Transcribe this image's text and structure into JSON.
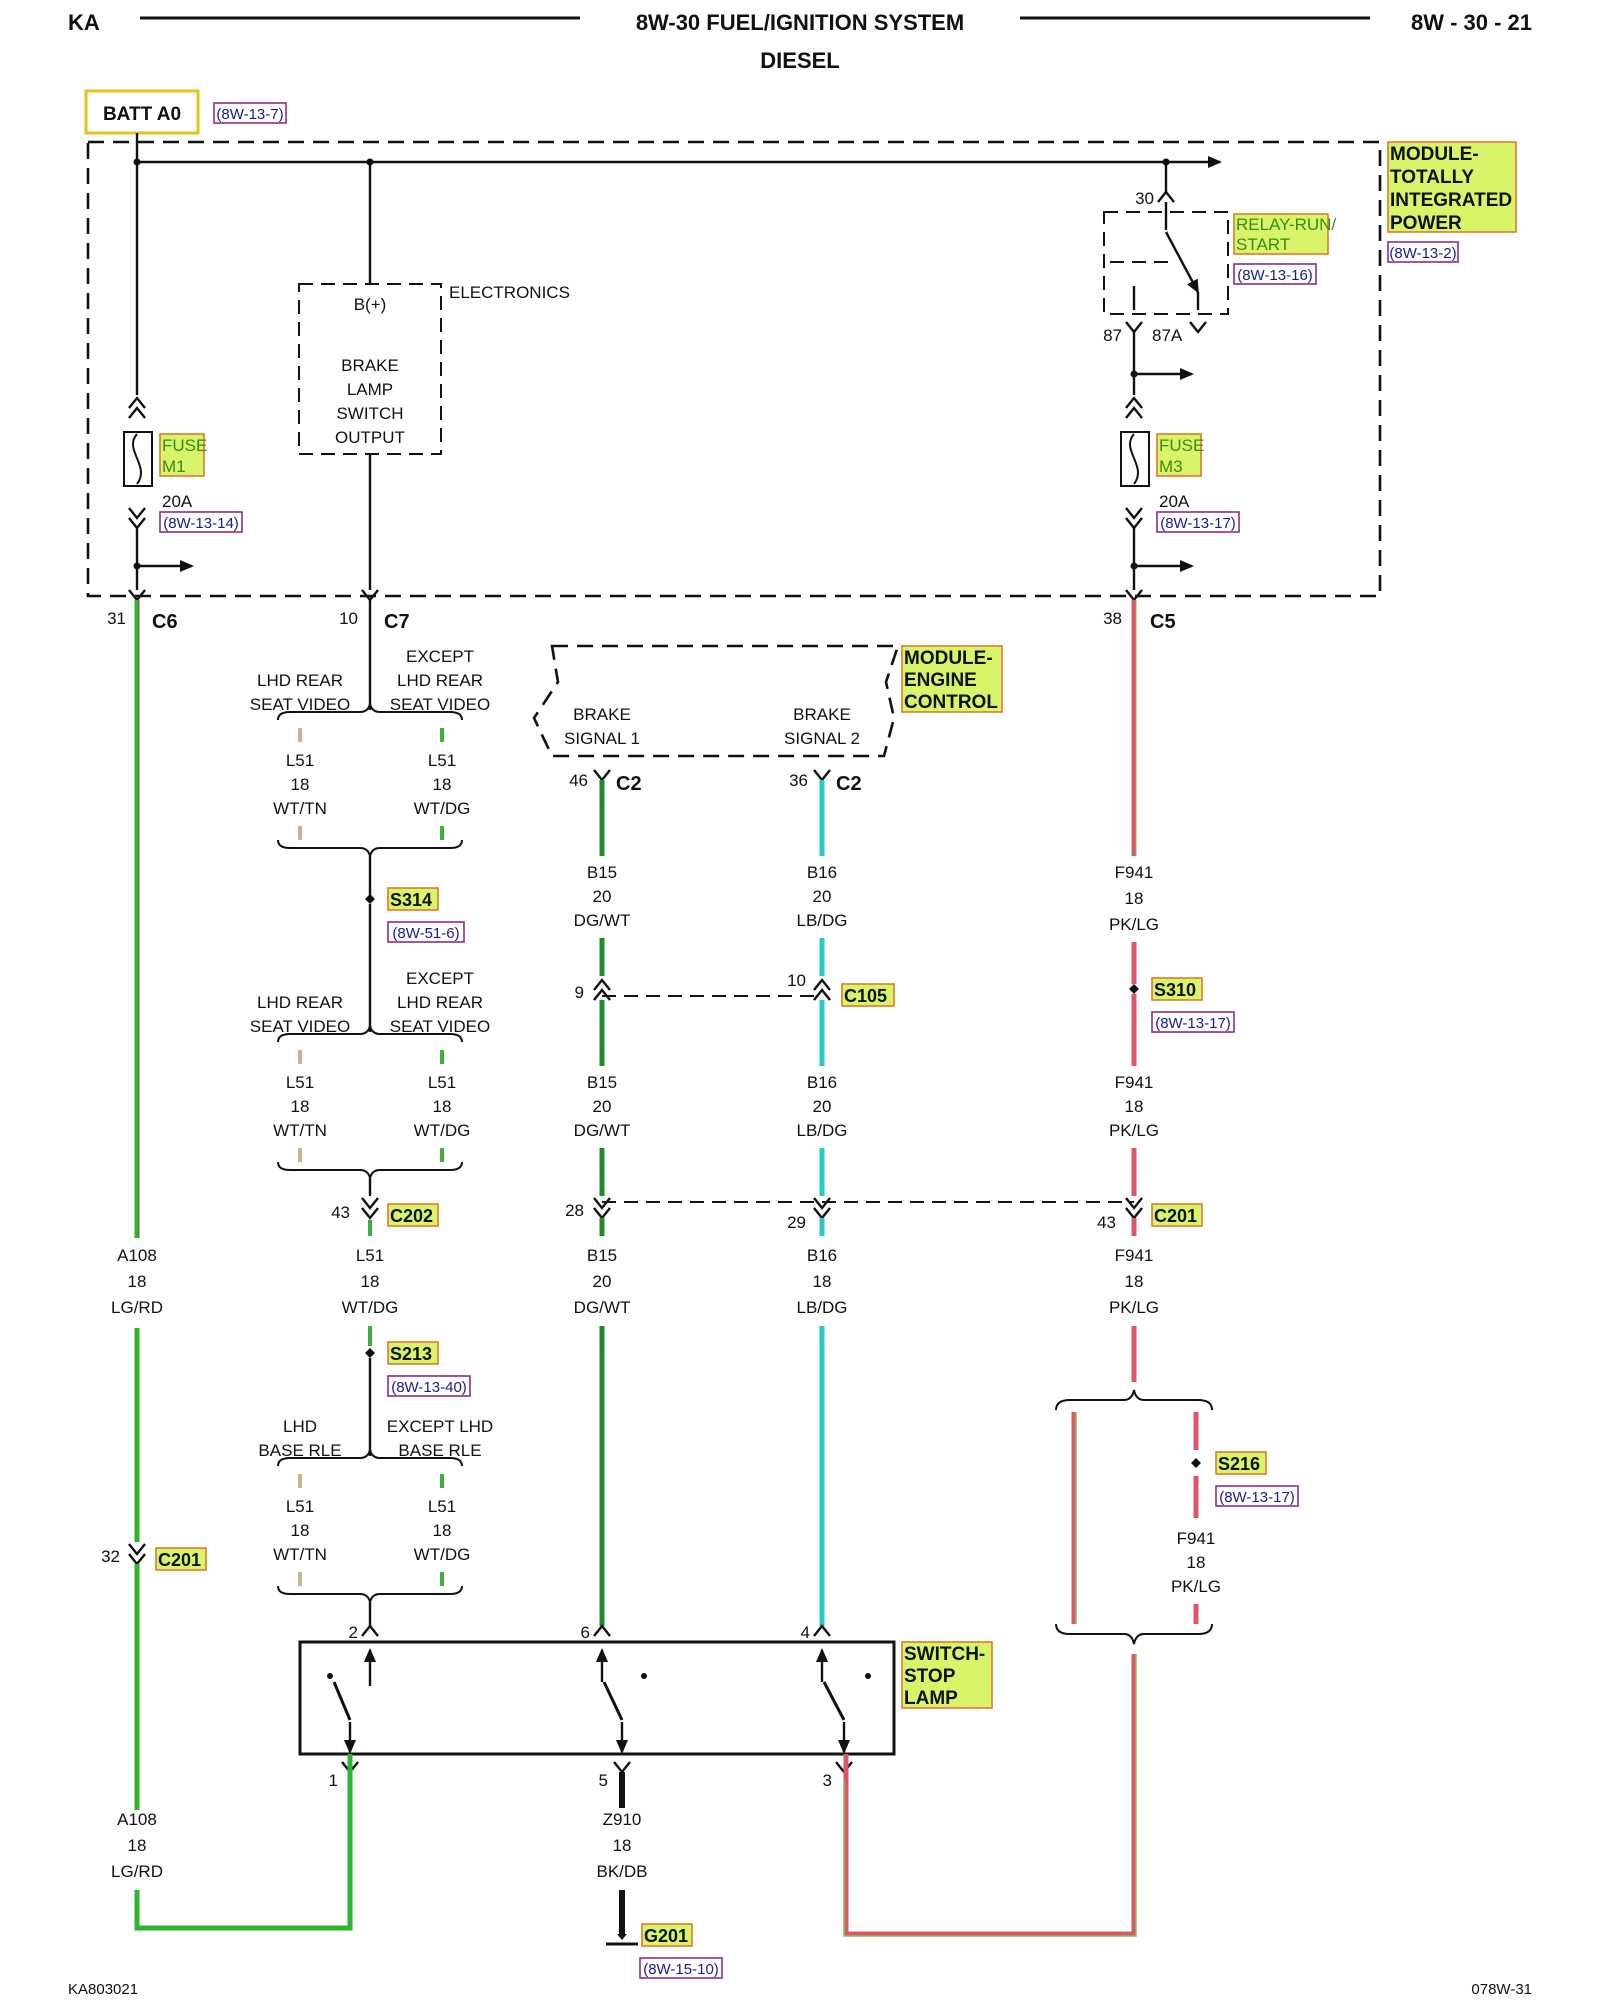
{
  "header": {
    "left": "KA",
    "title": "8W-30 FUEL/IGNITION SYSTEM",
    "subtitle": "DIESEL",
    "page": "8W - 30 - 21"
  },
  "footer": {
    "left": "KA803021",
    "right": "078W-31"
  },
  "source": {
    "name": "BATT A0",
    "ref": "(8W-13-7)"
  },
  "tipm": {
    "title_lines": [
      "MODULE-",
      "TOTALLY",
      "INTEGRATED",
      "POWER"
    ],
    "ref": "(8W-13-2)",
    "electronics": "ELECTRONICS",
    "bplus": "B(+)",
    "brake_lines": [
      "BRAKE",
      "LAMP",
      "SWITCH",
      "OUTPUT"
    ],
    "relay_lines": [
      "RELAY-RUN/",
      "START"
    ],
    "relay_ref": "(8W-13-16)",
    "pin30": "30",
    "pin87": "87",
    "pin87a": "87A",
    "fuse1_lines": [
      "FUSE",
      "M1"
    ],
    "fuse1_rating": "20A",
    "fuse1_ref": "(8W-13-14)",
    "fuse3_lines": [
      "FUSE",
      "M3"
    ],
    "fuse3_rating": "20A",
    "fuse3_ref": "(8W-13-17)"
  },
  "connectors": {
    "c6": {
      "pin": "31",
      "name": "C6"
    },
    "c7": {
      "pin": "10",
      "name": "C7"
    },
    "c5": {
      "pin": "38",
      "name": "C5"
    },
    "c2a": {
      "pin": "46",
      "name": "C2"
    },
    "c2b": {
      "pin": "36",
      "name": "C2"
    },
    "c105a": {
      "pin": "9"
    },
    "c105b": {
      "pin": "10",
      "name": "C105"
    },
    "c202": {
      "pin": "43",
      "name": "C202"
    },
    "c201a": {
      "pin": "28"
    },
    "c201b": {
      "pin": "29"
    },
    "c201c": {
      "pin": "43",
      "name": "C201"
    },
    "c201d": {
      "pin": "32",
      "name": "C201"
    }
  },
  "ecm": {
    "title_lines": [
      "MODULE-",
      "ENGINE",
      "CONTROL"
    ],
    "sig1_lines": [
      "BRAKE",
      "SIGNAL 1"
    ],
    "sig2_lines": [
      "BRAKE",
      "SIGNAL 2"
    ]
  },
  "options": {
    "o1_left": [
      "LHD REAR",
      "SEAT VIDEO"
    ],
    "o1_right": [
      "EXCEPT",
      "LHD REAR",
      "SEAT VIDEO"
    ],
    "o2_left": [
      "LHD REAR",
      "SEAT VIDEO"
    ],
    "o2_right": [
      "EXCEPT",
      "LHD REAR",
      "SEAT VIDEO"
    ],
    "o3_left": [
      "LHD",
      "BASE RLE"
    ],
    "o3_right": [
      "EXCEPT LHD",
      "BASE RLE"
    ]
  },
  "splices": {
    "s314": {
      "name": "S314",
      "ref": "(8W-51-6)"
    },
    "s310": {
      "name": "S310",
      "ref": "(8W-13-17)"
    },
    "s213": {
      "name": "S213",
      "ref": "(8W-13-40)"
    },
    "s216": {
      "name": "S216",
      "ref": "(8W-13-17)"
    },
    "g201": {
      "name": "G201",
      "ref": "(8W-15-10)"
    }
  },
  "wires": {
    "a108_top": [
      "A108",
      "18",
      "LG/RD"
    ],
    "a108_bot": [
      "A108",
      "18",
      "LG/RD"
    ],
    "l51_wttn_1": [
      "L51",
      "18",
      "WT/TN"
    ],
    "l51_wtdg_1": [
      "L51",
      "18",
      "WT/DG"
    ],
    "l51_wttn_2": [
      "L51",
      "18",
      "WT/TN"
    ],
    "l51_wtdg_2": [
      "L51",
      "18",
      "WT/DG"
    ],
    "l51_mid": [
      "L51",
      "18",
      "WT/DG"
    ],
    "l51_wttn_3": [
      "L51",
      "18",
      "WT/TN"
    ],
    "l51_wtdg_3": [
      "L51",
      "18",
      "WT/DG"
    ],
    "b15_1": [
      "B15",
      "20",
      "DG/WT"
    ],
    "b15_2": [
      "B15",
      "20",
      "DG/WT"
    ],
    "b15_3": [
      "B15",
      "20",
      "DG/WT"
    ],
    "b16_1": [
      "B16",
      "20",
      "LB/DG"
    ],
    "b16_2": [
      "B16",
      "20",
      "LB/DG"
    ],
    "b16_3": [
      "B16",
      "18",
      "LB/DG"
    ],
    "f941_1": [
      "F941",
      "18",
      "PK/LG"
    ],
    "f941_2": [
      "F941",
      "18",
      "PK/LG"
    ],
    "f941_3": [
      "F941",
      "18",
      "PK/LG"
    ],
    "f941_4": [
      "F941",
      "18",
      "PK/LG"
    ],
    "z910": [
      "Z910",
      "18",
      "BK/DB"
    ]
  },
  "switch": {
    "title_lines": [
      "SWITCH-",
      "STOP",
      "LAMP"
    ],
    "pin1": "1",
    "pin2": "2",
    "pin3": "3",
    "pin4": "4",
    "pin5": "5",
    "pin6": "6"
  },
  "colors": {
    "lg_rd": "#2db52d",
    "dg_wt": "#1f8a2a",
    "lb_dg": "#29c9c4",
    "pk_lg": "#e0546a",
    "wt_tn": "#c9b48a",
    "wt_dg": "#3fae3f",
    "highlight": "#d8f56a"
  }
}
